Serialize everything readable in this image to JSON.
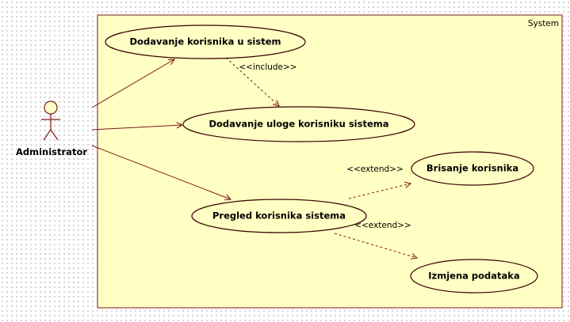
{
  "system": {
    "label": "System"
  },
  "actor": {
    "name": "Administrator"
  },
  "use_cases": {
    "add_user": "Dodavanje korisnika u sistem",
    "add_role": "Dodavanje uloge korisniku sistema",
    "view_users": "Pregled korisnika sistema",
    "delete_user": "Brisanje korisnika",
    "edit_data": "Izmjena podataka"
  },
  "relationships": {
    "include_label": "<<include>>",
    "extend_delete_label": "<<extend>>",
    "extend_edit_label": "<<extend>>"
  },
  "colors": {
    "fill": "#ffffc4",
    "stroke": "#7a1a1a",
    "background": "#ffffff"
  }
}
